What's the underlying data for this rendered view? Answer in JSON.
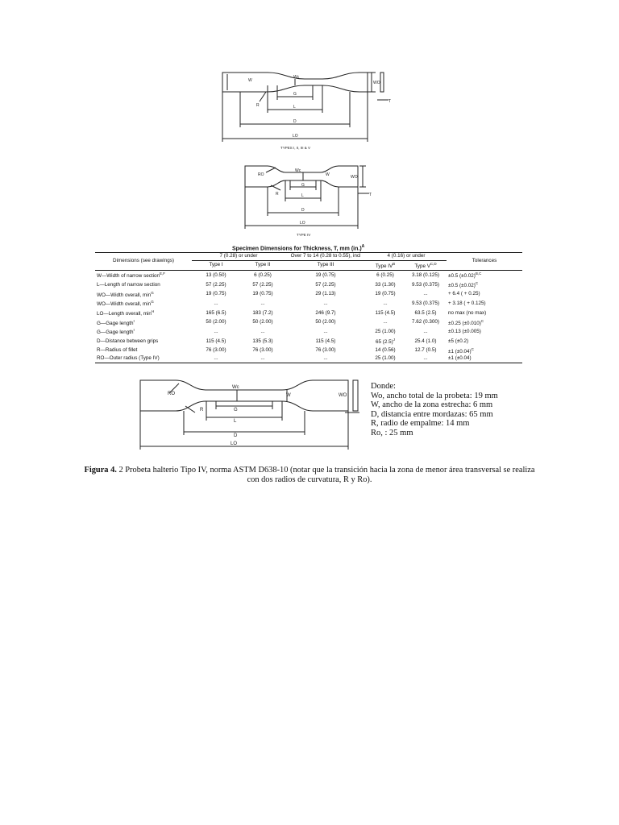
{
  "figure_top": {
    "labels": {
      "w": "W",
      "wc": "Wc",
      "wo": "WO",
      "t": "T",
      "r": "R",
      "g": "G",
      "l": "L",
      "d": "D",
      "lo": "LO"
    },
    "caption": "TYPES I, II, III & V"
  },
  "figure_middle": {
    "labels": {
      "ro": "RO",
      "wc": "Wc",
      "w": "W",
      "wo": "WO",
      "t": "T",
      "r": "R",
      "g": "G",
      "l": "L",
      "d": "D",
      "lo": "LO"
    },
    "caption": "TYPE IV"
  },
  "table": {
    "title": "Specimen Dimensions for Thickness, T, mm (in.)",
    "title_sup": "A",
    "group_headers": [
      "Dimensions (see drawings)",
      "7 (0.28) or under",
      "Over 7 to 14 (0.28 to 0.55), incl",
      "4 (0.16) or under",
      "Tolerances"
    ],
    "type_headers": [
      "Type I",
      "Type II",
      "Type III",
      "Type IV",
      "Type V"
    ],
    "type_header_sups": [
      "",
      "",
      "",
      "B",
      "C,D"
    ],
    "rows": [
      {
        "dim": "W—Width of narrow section",
        "sup": "E,F",
        "t1": "13 (0.50)",
        "t2": "6 (0.25)",
        "t3": "19 (0.75)",
        "t4": "6 (0.25)",
        "t5": "3.18 (0.125)",
        "tol": "±0.5 (±0.02)",
        "tol_sup": "B,C"
      },
      {
        "dim": "L—Length of narrow section",
        "sup": "",
        "t1": "57 (2.25)",
        "t2": "57 (2.25)",
        "t3": "57 (2.25)",
        "t4": "33 (1.30)",
        "t5": "9.53 (0.375)",
        "tol": "±0.5 (±0.02)",
        "tol_sup": "C"
      },
      {
        "dim": "WO—Width overall, min",
        "sup": "G",
        "t1": "19 (0.75)",
        "t2": "19 (0.75)",
        "t3": "29 (1.13)",
        "t4": "19 (0.75)",
        "t5": "...",
        "tol": "+ 6.4 ( + 0.25)",
        "tol_sup": ""
      },
      {
        "dim": "WO—Width overall, min",
        "sup": "G",
        "t1": "...",
        "t2": "...",
        "t3": "...",
        "t4": "...",
        "t5": "9.53 (0.375)",
        "tol": "+ 3.18 ( + 0.125)",
        "tol_sup": ""
      },
      {
        "dim": "LO—Length overall, min",
        "sup": "H",
        "t1": "165 (6.5)",
        "t2": "183 (7.2)",
        "t3": "246 (9.7)",
        "t4": "115 (4.5)",
        "t5": "63.5 (2.5)",
        "tol": "no max (no max)",
        "tol_sup": ""
      },
      {
        "dim": "G—Gage length",
        "sup": "I",
        "t1": "50 (2.00)",
        "t2": "50 (2.00)",
        "t3": "50 (2.00)",
        "t4": "...",
        "t5": "7.62 (0.300)",
        "tol": "±0.25 (±0.010)",
        "tol_sup": "C"
      },
      {
        "dim": "G—Gage length",
        "sup": "I",
        "t1": "...",
        "t2": "...",
        "t3": "...",
        "t4": "25 (1.00)",
        "t5": "...",
        "tol": "±0.13 (±0.005)",
        "tol_sup": ""
      },
      {
        "dim": "D—Distance between grips",
        "sup": "",
        "t1": "115 (4.5)",
        "t2": "135 (5.3)",
        "t3": "115 (4.5)",
        "t4": "65 (2.5)",
        "t4_sup": "J",
        "t5": "25.4 (1.0)",
        "tol": "±5 (±0.2)",
        "tol_sup": ""
      },
      {
        "dim": "R—Radius of fillet",
        "sup": "",
        "t1": "76 (3.00)",
        "t2": "76 (3.00)",
        "t3": "76 (3.00)",
        "t4": "14 (0.56)",
        "t5": "12.7 (0.5)",
        "tol": "±1 (±0.04)",
        "tol_sup": "C"
      },
      {
        "dim": "RO—Outer radius (Type IV)",
        "sup": "",
        "t1": "...",
        "t2": "...",
        "t3": "...",
        "t4": "25 (1.00)",
        "t5": "...",
        "tol": "±1 (±0.04)",
        "tol_sup": ""
      }
    ]
  },
  "figure_bottom": {
    "labels": {
      "ro": "RO",
      "wc": "Wc",
      "w": "W",
      "wo": "WO",
      "r": "R",
      "g": "G",
      "l": "L",
      "d": "D",
      "lo": "LO"
    }
  },
  "notes": {
    "heading": "Donde:",
    "lines": [
      "Wo, ancho total de la probeta: 19 mm",
      "W, ancho de la zona estrecha: 6 mm",
      "D, distancia entre mordazas: 65 mm",
      "R, radio de empalme: 14 mm",
      "Ro, : 25 mm"
    ]
  },
  "caption": {
    "label": "Figura 4.",
    "text": " 2 Probeta halterio Tipo IV, norma ASTM D638-10 (notar que la transición hacia la zona de menor área transversal se realiza con dos radios de curvatura, R y Ro)."
  }
}
